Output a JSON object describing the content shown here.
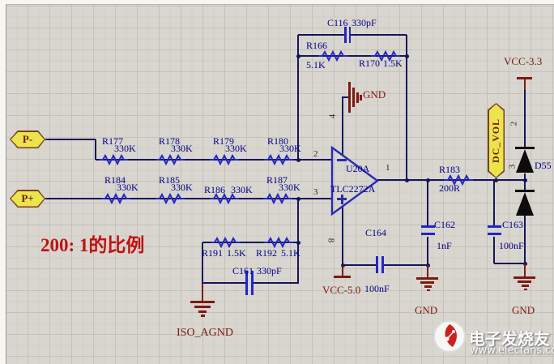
{
  "note": {
    "ratio_text": "200: 1的比例"
  },
  "ports": {
    "p_minus": {
      "label": "P-"
    },
    "p_plus": {
      "label": "P+"
    },
    "dc_vol": {
      "label": "DC_VOL"
    }
  },
  "power": {
    "vcc33": "VCC-3.3",
    "vcc50": "VCC-5.0",
    "gnd_opamp": "GND",
    "gnd_mid": "GND",
    "gnd_right": "GND",
    "iso_agnd": "ISO_AGND"
  },
  "opamp": {
    "ref": "U20A",
    "part": "TLC2272A",
    "pins": {
      "out": "1",
      "inv": "2",
      "noninv": "3",
      "vcc": "4",
      "vee": "8"
    }
  },
  "diode": {
    "ref": "D55",
    "pin2": "2",
    "pin3": "3"
  },
  "resistors": {
    "r177": {
      "ref": "R177",
      "value": "330K"
    },
    "r178": {
      "ref": "R178",
      "value": "330K"
    },
    "r179": {
      "ref": "R179",
      "value": "330K"
    },
    "r180": {
      "ref": "R180",
      "value": "330K"
    },
    "r184": {
      "ref": "R184",
      "value": "330K"
    },
    "r185": {
      "ref": "R185",
      "value": "330K"
    },
    "r186": {
      "ref": "R186",
      "value": "330K"
    },
    "r187": {
      "ref": "R187",
      "value": "330K"
    },
    "r166": {
      "ref": "R166",
      "value": "5.1K"
    },
    "r170": {
      "ref": "R170",
      "value": "1.5K"
    },
    "r183": {
      "ref": "R183",
      "value": "200R"
    },
    "r191": {
      "ref": "R191",
      "value": "1.5K"
    },
    "r192": {
      "ref": "R192",
      "value": "5.1K"
    }
  },
  "capacitors": {
    "c116": {
      "ref": "C116",
      "value": "330pF"
    },
    "c161": {
      "ref": "C161",
      "value": "330pF"
    },
    "c162": {
      "ref": "C162",
      "value": "1nF"
    },
    "c163": {
      "ref": "C163",
      "value": "100nF"
    },
    "c164": {
      "ref": "C164",
      "value": "100nF"
    }
  },
  "watermark": {
    "name": "电子发烧友",
    "url": "www.elecfans.com"
  }
}
